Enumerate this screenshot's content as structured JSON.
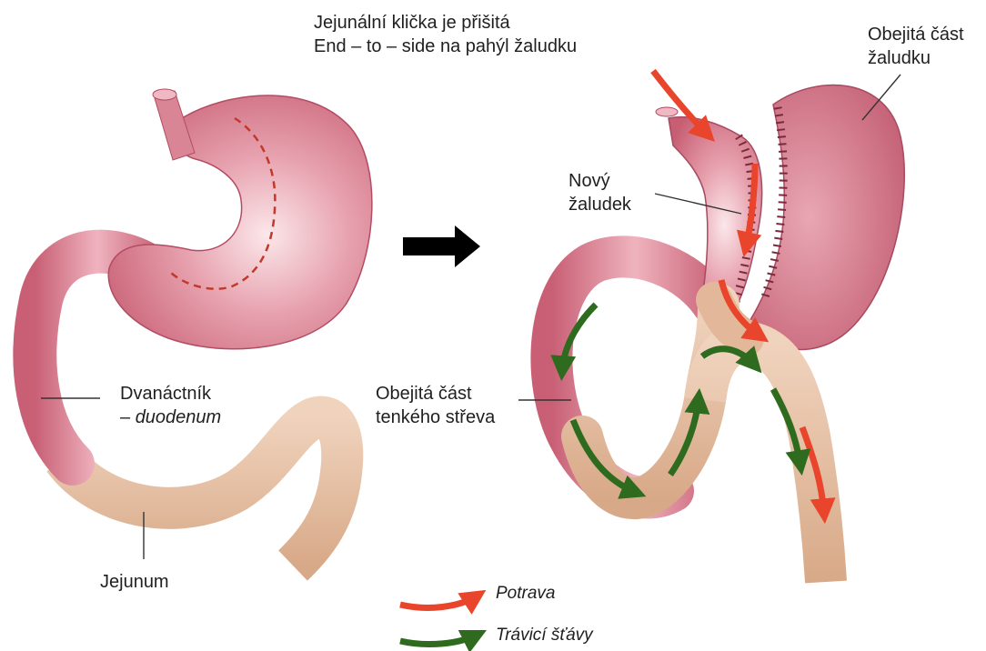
{
  "labels": {
    "top_note": {
      "line1": "Jejunální klička je přišitá",
      "line2": "End – to – side na pahýl žaludku"
    },
    "bypassed_stomach": {
      "line1": "Obejitá část",
      "line2": "žaludku"
    },
    "new_stomach": {
      "line1": "Nový",
      "line2": "žaludek"
    },
    "duodenum": {
      "line1": "Dvanáctník",
      "prefix": "– ",
      "line2_italic": "duodenum"
    },
    "bypassed_intestine": {
      "line1": "Obejitá část",
      "line2": "tenkého střeva"
    },
    "jejunum": "Jejunum"
  },
  "legend": [
    {
      "label": "Potrava",
      "color": "#e8452c"
    },
    {
      "label": "Trávicí šťávy",
      "color": "#2f6b1f"
    }
  ],
  "colors": {
    "stomach": "#d9788a",
    "stomach_light": "#f3c9d1",
    "intestine": "#e5bd9c",
    "food_arrow": "#e8452c",
    "juice_arrow": "#2f6b1f",
    "transition_arrow": "#000000"
  },
  "icons": [
    "transition-arrow-icon"
  ]
}
